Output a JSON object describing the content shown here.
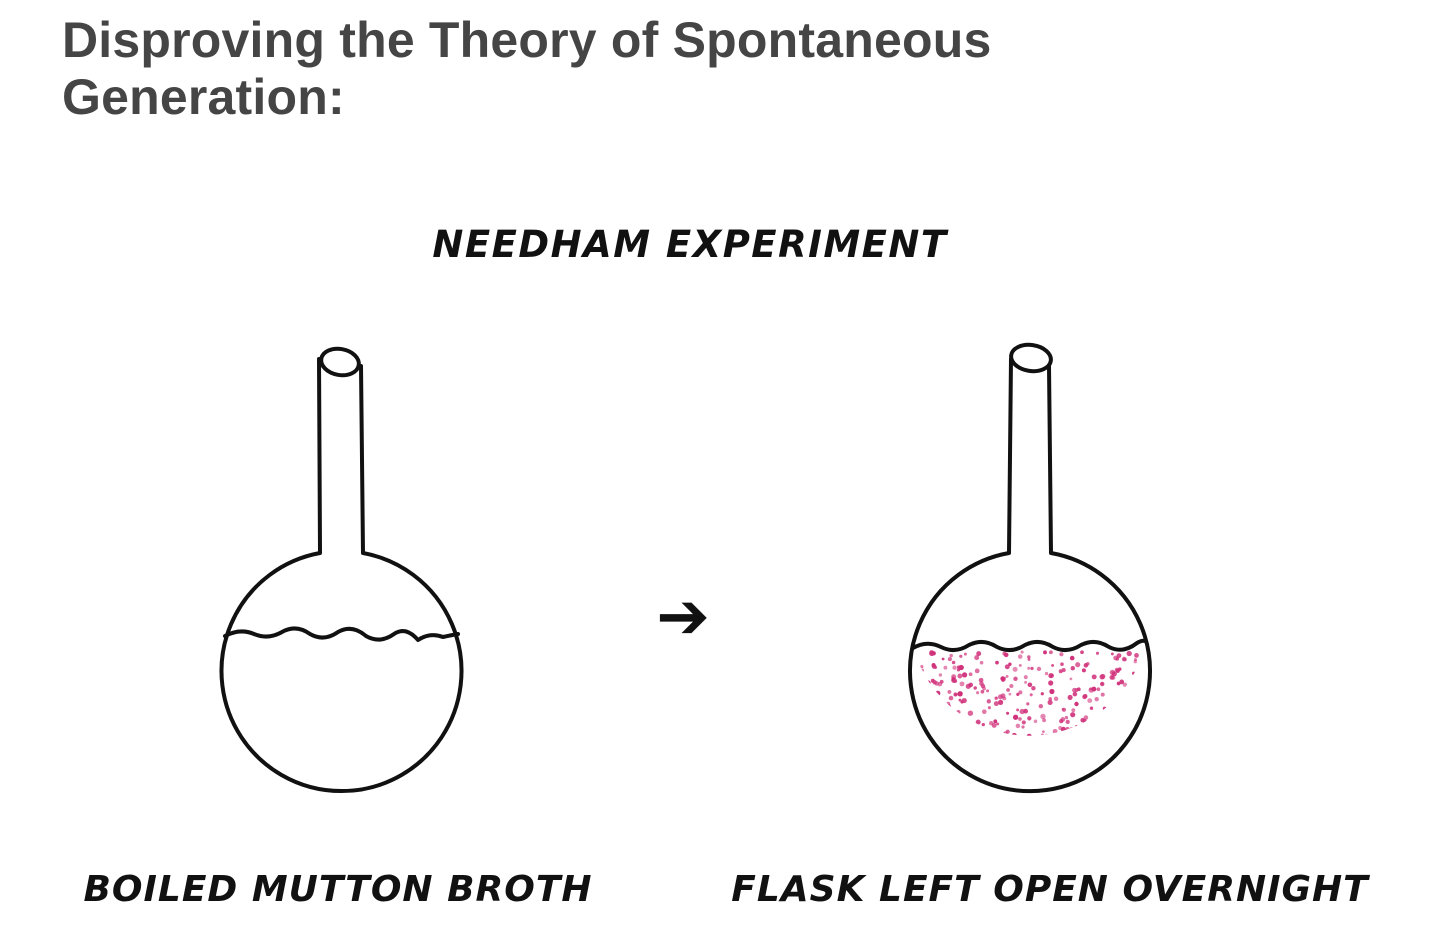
{
  "slide": {
    "title_line1": "Disproving the Theory of Spontaneous",
    "title_line2": "Generation:"
  },
  "diagram": {
    "heading": "NEEDHAM EXPERIMENT",
    "left_flask": {
      "label": "BOILED MUTTON BROTH",
      "contents": "clear broth"
    },
    "right_flask": {
      "label": "FLASK LEFT OPEN OVERNIGHT",
      "contents": "broth with microorganisms"
    },
    "arrow": "➔",
    "colors": {
      "ink": "#111111",
      "title": "#454545",
      "microbe_dots": "#d0307a"
    }
  }
}
